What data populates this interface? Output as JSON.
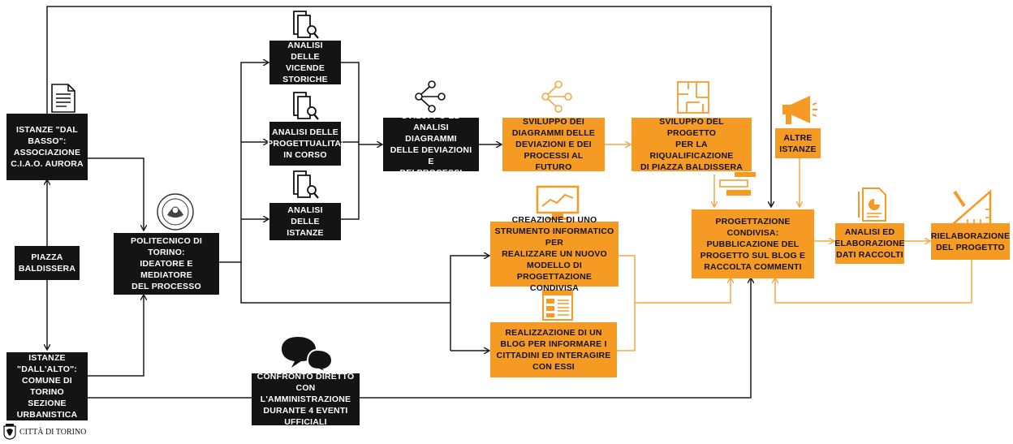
{
  "colors": {
    "dark": "#141414",
    "orange": "#f59a23",
    "line_dark": "#1a1a1a",
    "line_orange": "#f5a742"
  },
  "nodes": {
    "istanze_basso": "ISTANZE \"DAL\nBASSO\":\nASSOCIAZIONE\nC.I.A.O. AURORA",
    "piazza": "PIAZZA\nBALDISSERA",
    "istanze_alto": "ISTANZE\n\"DALL'ALTO\":\nCOMUNE DI TORINO\nSEZIONE\nURBANISTICA",
    "politecnico": "POLITECNICO DI\nTORINO:\nIDEATORE E MEDIATORE\nDEL PROCESSO",
    "vicende": "ANALISI DELLE\nVICENDE\nSTORICHE",
    "progettualita": "ANALISI DELLE\nPROGETTUALITA'\nIN CORSO",
    "istanze_analisi": "ANALISI DELLE\nISTANZE",
    "sviluppo_analisi": "SVILUPPO ED\nANALISI DIAGRAMMI\nDELLE DEVIAZIONI E\nDEI PROCESSI",
    "sviluppo_futuro": "SVILUPPO DEI\nDIAGRAMMI DELLE\nDEVIAZIONI E DEI\nPROCESSI AL FUTURO",
    "sviluppo_progetto": "SVILUPPO DEL PROGETTO\nPER LA RIQUALIFICAZIONE\nDI PIAZZA BALDISSERA",
    "altre_istanze": "ALTRE\nISTANZE",
    "strumento": "CREAZIONE DI UNO\nSTRUMENTO INFORMATICO PER\nREALIZZARE UN NUOVO\nMODELLO DI PROGETTAZIONE\nCONDIVISA",
    "blog": "REALIZZAZIONE DI UN\nBLOG PER INFORMARE I\nCITTADINI ED INTERAGIRE\nCON ESSI",
    "progettazione": "PROGETTAZIONE\nCONDIVISA:\nPUBBLICAZIONE DEL\nPROGETTO SUL BLOG E\nRACCOLTA COMMENTI",
    "analisi_dati": "ANALISI ED\nELABORAZIONE\nDATI RACCOLTI",
    "rielaborazione": "RIELABORAZIONE\nDEL PROGETTO",
    "confronto": "CONFRONTO DIRETTO\nCON L'AMMINISTRAZIONE\nDURANTE 4 EVENTI\nUFFICIALI"
  },
  "logo_text": "CITTÀ DI TORINO",
  "icons": {
    "istanze_basso": "document-icon",
    "vicende": "search-document-icon",
    "progettualita": "search-document-icon",
    "istanze_analisi": "search-document-icon",
    "sviluppo_analisi": "network-icon",
    "sviluppo_futuro": "network-icon",
    "sviluppo_progetto": "floorplan-icon",
    "altre_istanze": "megaphone-icon",
    "progettazione": "comments-icon",
    "strumento": "monitor-chart-icon",
    "blog": "blog-page-icon",
    "analisi_dati": "report-icon",
    "rielaborazione": "ruler-pencil-icon",
    "confronto": "chat-bubbles-icon",
    "politecnico": "seal-icon"
  }
}
